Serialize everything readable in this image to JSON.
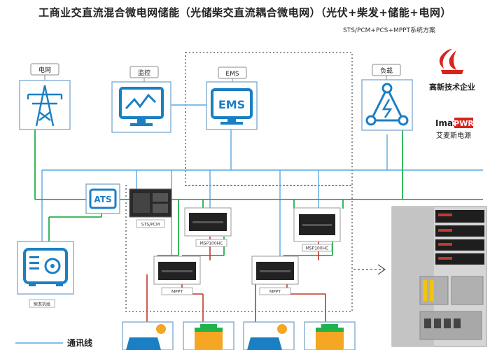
{
  "header": {
    "title": "工商业交直流混合微电网储能（光储柴交直流耦合微电网）（光伏+柴发+储能+电网）",
    "subtitle": "STS/PCM+PCS+MPPT系统方案"
  },
  "nodes": {
    "grid": "电网",
    "monitor": "监控",
    "ems": "EMS",
    "ems_icon": "EMS",
    "load": "负载",
    "ats": "ATS",
    "sts_pcm": "STS/PCM",
    "msp_left": "MSP100HC",
    "msp_right": "MSP100HC",
    "mppt_left": "MPPT",
    "mppt_right": "MPPT",
    "diesel": "柴发机组"
  },
  "brand": {
    "hitech": "高新技术企业",
    "imax_1": "Imax",
    "imax_2": "PWR",
    "imax_cn": "艾麦斯电源"
  },
  "legend": {
    "comm_line": "通讯线"
  },
  "colors": {
    "green_bus": "#22b24c",
    "comm_blue": "#5aa9de",
    "dc_red": "#c0392b",
    "icon_blue": "#1b7fc4",
    "brand_red": "#d9241c"
  }
}
